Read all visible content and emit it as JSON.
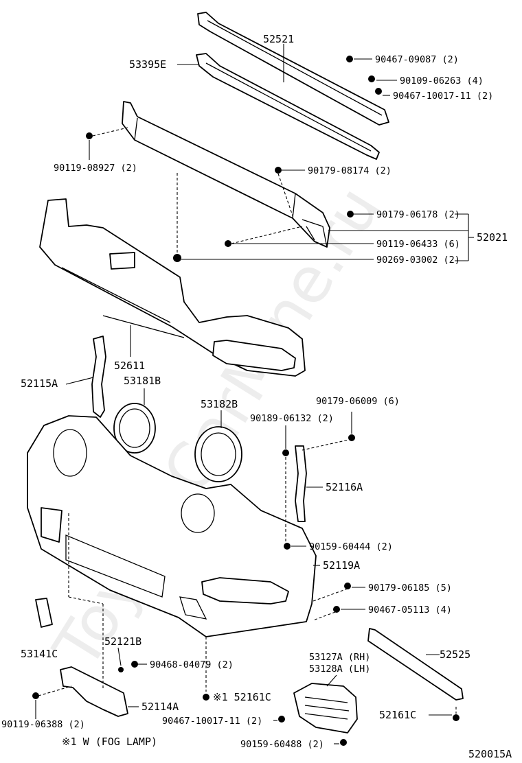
{
  "watermark": "ToyotaCarMine.ru",
  "diagram_code": "520015A",
  "footnote": "※1 W (FOG LAMP)",
  "labels": {
    "p52521": "52521",
    "p53395E": "53395E",
    "p90467_09087": "90467-09087 (2)",
    "p90109_06263": "90109-06263 (4)",
    "p90467_10017_top": "90467-10017-11 (2)",
    "p90119_08927": "90119-08927 (2)",
    "p90179_08174": "90179-08174 (2)",
    "p90179_06178": "90179-06178 (2)",
    "p90119_06433": "90119-06433 (6)",
    "p90269_03002": "90269-03002 (2)",
    "p52021": "52021",
    "p52611": "52611",
    "p52115A": "52115A",
    "p53181B": "53181B",
    "p53182B": "53182B",
    "p90179_06009": "90179-06009 (6)",
    "p90189_06132": "90189-06132 (2)",
    "p52116A": "52116A",
    "p90159_60444": "90159-60444 (2)",
    "p52119A": "52119A",
    "p90179_06185": "90179-06185 (5)",
    "p90467_05113": "90467-05113 (4)",
    "p53141C": "53141C",
    "p52121B": "52121B",
    "p90468_04079": "90468-04079 (2)",
    "p52525": "52525",
    "p53127A": "53127A (RH)",
    "p53128A": "53128A (LH)",
    "p52161C_mid": "※1 52161C",
    "p52114A": "52114A",
    "p90119_06388": "90119-06388 (2)",
    "p90467_10017_bot": "90467-10017-11 (2)",
    "p52161C_right": "52161C",
    "p90159_60488": "90159-60488 (2)"
  }
}
